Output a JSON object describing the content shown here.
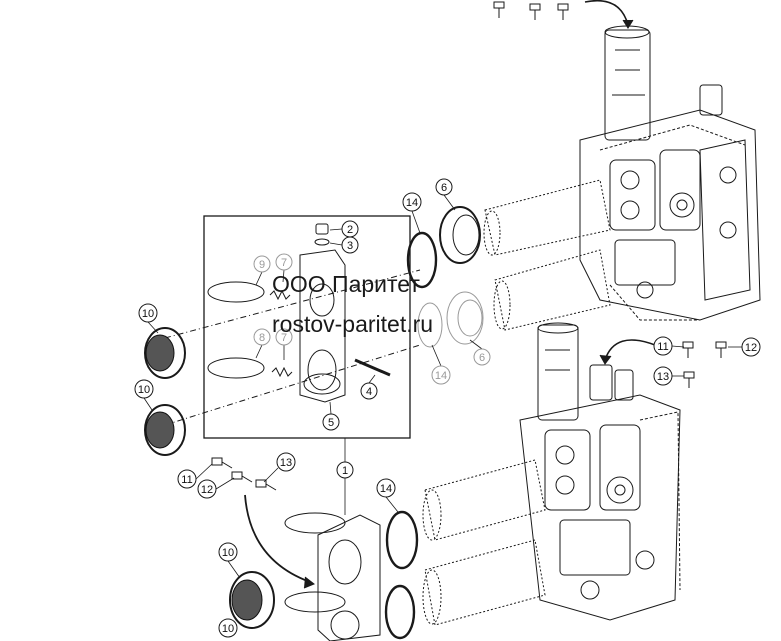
{
  "watermark": {
    "company": "ООО Паритет",
    "site": "rostov-paritet.ru"
  },
  "callouts": [
    {
      "id": "c2",
      "text": "2"
    },
    {
      "id": "c3",
      "text": "3"
    },
    {
      "id": "c9",
      "text": "9"
    },
    {
      "id": "c8",
      "text": "8"
    },
    {
      "id": "c7a",
      "text": "7"
    },
    {
      "id": "c7b",
      "text": "7"
    },
    {
      "id": "c4",
      "text": "4"
    },
    {
      "id": "c5",
      "text": "5"
    },
    {
      "id": "c1",
      "text": "1"
    },
    {
      "id": "c6a",
      "text": "6"
    },
    {
      "id": "c6b",
      "text": "6"
    },
    {
      "id": "c14a",
      "text": "14"
    },
    {
      "id": "c14b",
      "text": "14"
    },
    {
      "id": "c14c",
      "text": "14"
    },
    {
      "id": "c10a",
      "text": "10"
    },
    {
      "id": "c10b",
      "text": "10"
    },
    {
      "id": "c10c",
      "text": "10"
    },
    {
      "id": "c10d",
      "text": "10"
    },
    {
      "id": "c11a",
      "text": "11"
    },
    {
      "id": "c12a",
      "text": "12"
    },
    {
      "id": "c13a",
      "text": "13"
    },
    {
      "id": "c11b",
      "text": "11"
    },
    {
      "id": "c12b",
      "text": "12"
    },
    {
      "id": "c13b",
      "text": "13"
    }
  ]
}
